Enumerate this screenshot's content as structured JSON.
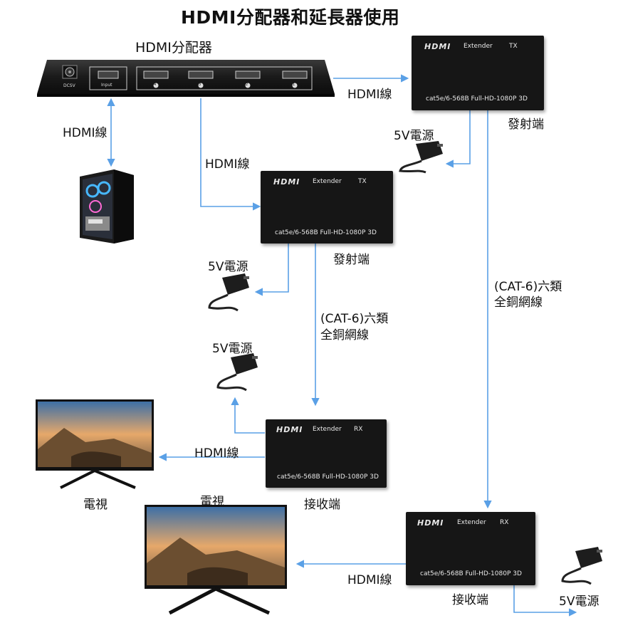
{
  "title": "HDMI分配器和延長器使用",
  "splitter": {
    "label": "HDMI分配器",
    "dcsv_label": "DCSV",
    "input_label": "Input",
    "port_numbers": [
      "4",
      "3",
      "2",
      "1"
    ]
  },
  "extender": {
    "brand": "HDMI",
    "name": "Extender",
    "tx_label": "TX",
    "rx_label": "RX",
    "model": "cat5e/6-568B Full-HD-1080P  3D"
  },
  "labels": {
    "hdmi_cable": "HDMI線",
    "power_5v": "5V電源",
    "transmitter": "發射端",
    "receiver": "接收端",
    "tv": "電視",
    "cat6_line1": "(CAT-6)六類",
    "cat6_line2": "全銅網線"
  },
  "colors": {
    "arrow": "#5aa0e6",
    "device": "#161616"
  }
}
